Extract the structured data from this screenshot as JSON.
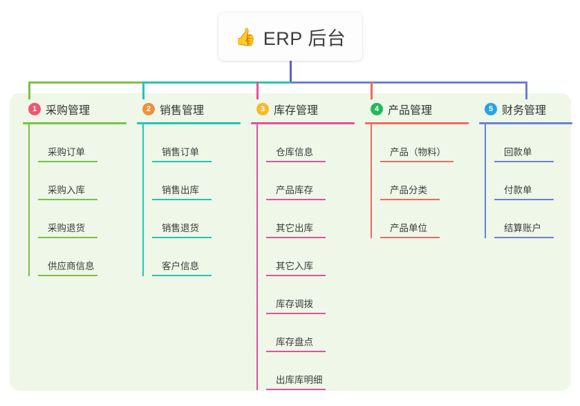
{
  "diagram": {
    "type": "mindmap",
    "background_color": "#ffffff",
    "panel_color": "#eef7e8",
    "root": {
      "title": "ERP 后台",
      "icon": "thumbs-up-icon",
      "icon_glyph": "👍",
      "icon_color": "#f2b632",
      "connector_color": "#5b5fc7"
    },
    "branches": [
      {
        "number": "1",
        "label": "采购管理",
        "badge_color": "#f1556c",
        "line_color": "#7ac143",
        "items": [
          "采购订单",
          "采购入库",
          "采购退货",
          "供应商信息"
        ]
      },
      {
        "number": "2",
        "label": "销售管理",
        "badge_color": "#f0913a",
        "line_color": "#1dc7b2",
        "items": [
          "销售订单",
          "销售出库",
          "销售退货",
          "客户信息"
        ]
      },
      {
        "number": "3",
        "label": "库存管理",
        "badge_color": "#f5bc29",
        "line_color": "#ea4c9a",
        "items": [
          "仓库信息",
          "产品库存",
          "其它出库",
          "其它入库",
          "库存调拨",
          "库存盘点",
          "出库库明细"
        ]
      },
      {
        "number": "4",
        "label": "产品管理",
        "badge_color": "#22bb5b",
        "line_color": "#f4665c",
        "items": [
          "产品（物料）",
          "产品分类",
          "产品单位"
        ]
      },
      {
        "number": "5",
        "label": "财务管理",
        "badge_color": "#27a3e8",
        "line_color": "#6b7fd7",
        "items": [
          "回款单",
          "付款单",
          "结算账户"
        ]
      }
    ]
  }
}
